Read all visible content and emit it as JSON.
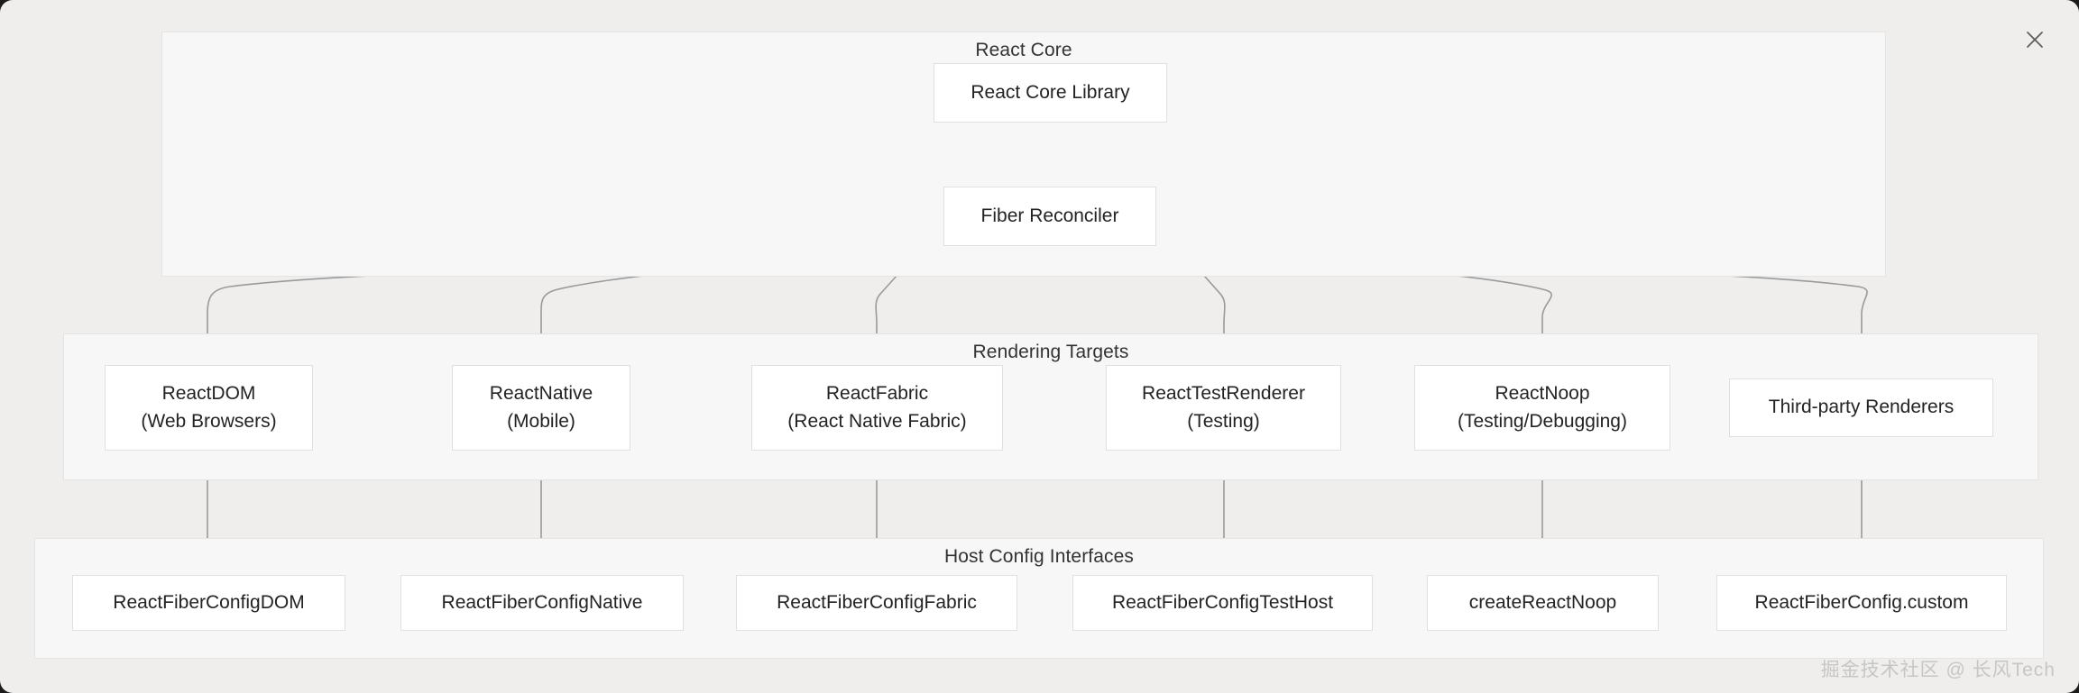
{
  "window": {
    "close_icon": "close-icon"
  },
  "watermark": "掘金技术社区 @ 长风Tech",
  "colors": {
    "page_background": "#efeeec",
    "group_background": "#f7f7f7",
    "group_border": "#e4e4e4",
    "node_background": "#ffffff",
    "node_border": "#e0e0e0",
    "edge_stroke": "#9a9a9a",
    "text": "#232323",
    "watermark": "#c6c6c6"
  },
  "diagram": {
    "type": "flowchart",
    "direction": "top-down",
    "groups": [
      {
        "id": "react-core",
        "label": "React Core",
        "nodes": [
          "react-core-library",
          "fiber-reconciler"
        ]
      },
      {
        "id": "rendering-targets",
        "label": "Rendering Targets",
        "nodes": [
          "reactdom",
          "reactnative",
          "reactfabric",
          "reacttestrenderer",
          "reactnoop",
          "third-party-renderers"
        ]
      },
      {
        "id": "host-config-interfaces",
        "label": "Host Config Interfaces",
        "nodes": [
          "reactfiberconfigdom",
          "reactfiberconfignative",
          "reactfiberconfigfabric",
          "reactfiberconfigtesthost",
          "createreactnoop",
          "reactfiberconfigcustom"
        ]
      }
    ],
    "nodes": [
      {
        "id": "react-core-library",
        "line1": "React Core Library",
        "line2": ""
      },
      {
        "id": "fiber-reconciler",
        "line1": "Fiber Reconciler",
        "line2": ""
      },
      {
        "id": "reactdom",
        "line1": "ReactDOM",
        "line2": "(Web Browsers)"
      },
      {
        "id": "reactnative",
        "line1": "ReactNative",
        "line2": "(Mobile)"
      },
      {
        "id": "reactfabric",
        "line1": "ReactFabric",
        "line2": "(React Native Fabric)"
      },
      {
        "id": "reacttestrenderer",
        "line1": "ReactTestRenderer",
        "line2": "(Testing)"
      },
      {
        "id": "reactnoop",
        "line1": "ReactNoop",
        "line2": "(Testing/Debugging)"
      },
      {
        "id": "third-party-renderers",
        "line1": "Third-party Renderers",
        "line2": ""
      },
      {
        "id": "reactfiberconfigdom",
        "line1": "ReactFiberConfigDOM",
        "line2": ""
      },
      {
        "id": "reactfiberconfignative",
        "line1": "ReactFiberConfigNative",
        "line2": ""
      },
      {
        "id": "reactfiberconfigfabric",
        "line1": "ReactFiberConfigFabric",
        "line2": ""
      },
      {
        "id": "reactfiberconfigtesthost",
        "line1": "ReactFiberConfigTestHost",
        "line2": ""
      },
      {
        "id": "createreactnoop",
        "line1": "createReactNoop",
        "line2": ""
      },
      {
        "id": "reactfiberconfigcustom",
        "line1": "ReactFiberConfig.custom",
        "line2": ""
      }
    ],
    "edges": [
      {
        "from": "react-core-library",
        "to": "fiber-reconciler",
        "arrow": true
      },
      {
        "from": "fiber-reconciler",
        "to": "reactdom",
        "arrow": true
      },
      {
        "from": "fiber-reconciler",
        "to": "reactnative",
        "arrow": true
      },
      {
        "from": "fiber-reconciler",
        "to": "reactfabric",
        "arrow": true
      },
      {
        "from": "fiber-reconciler",
        "to": "reacttestrenderer",
        "arrow": true
      },
      {
        "from": "fiber-reconciler",
        "to": "reactnoop",
        "arrow": true
      },
      {
        "from": "fiber-reconciler",
        "to": "third-party-renderers",
        "arrow": true
      },
      {
        "from": "reactdom",
        "to": "reactfiberconfigdom",
        "arrow": false
      },
      {
        "from": "reactnative",
        "to": "reactfiberconfignative",
        "arrow": false
      },
      {
        "from": "reactfabric",
        "to": "reactfiberconfigfabric",
        "arrow": false
      },
      {
        "from": "reacttestrenderer",
        "to": "reactfiberconfigtesthost",
        "arrow": false
      },
      {
        "from": "reactnoop",
        "to": "createreactnoop",
        "arrow": false
      },
      {
        "from": "third-party-renderers",
        "to": "reactfiberconfigcustom",
        "arrow": false
      }
    ]
  }
}
